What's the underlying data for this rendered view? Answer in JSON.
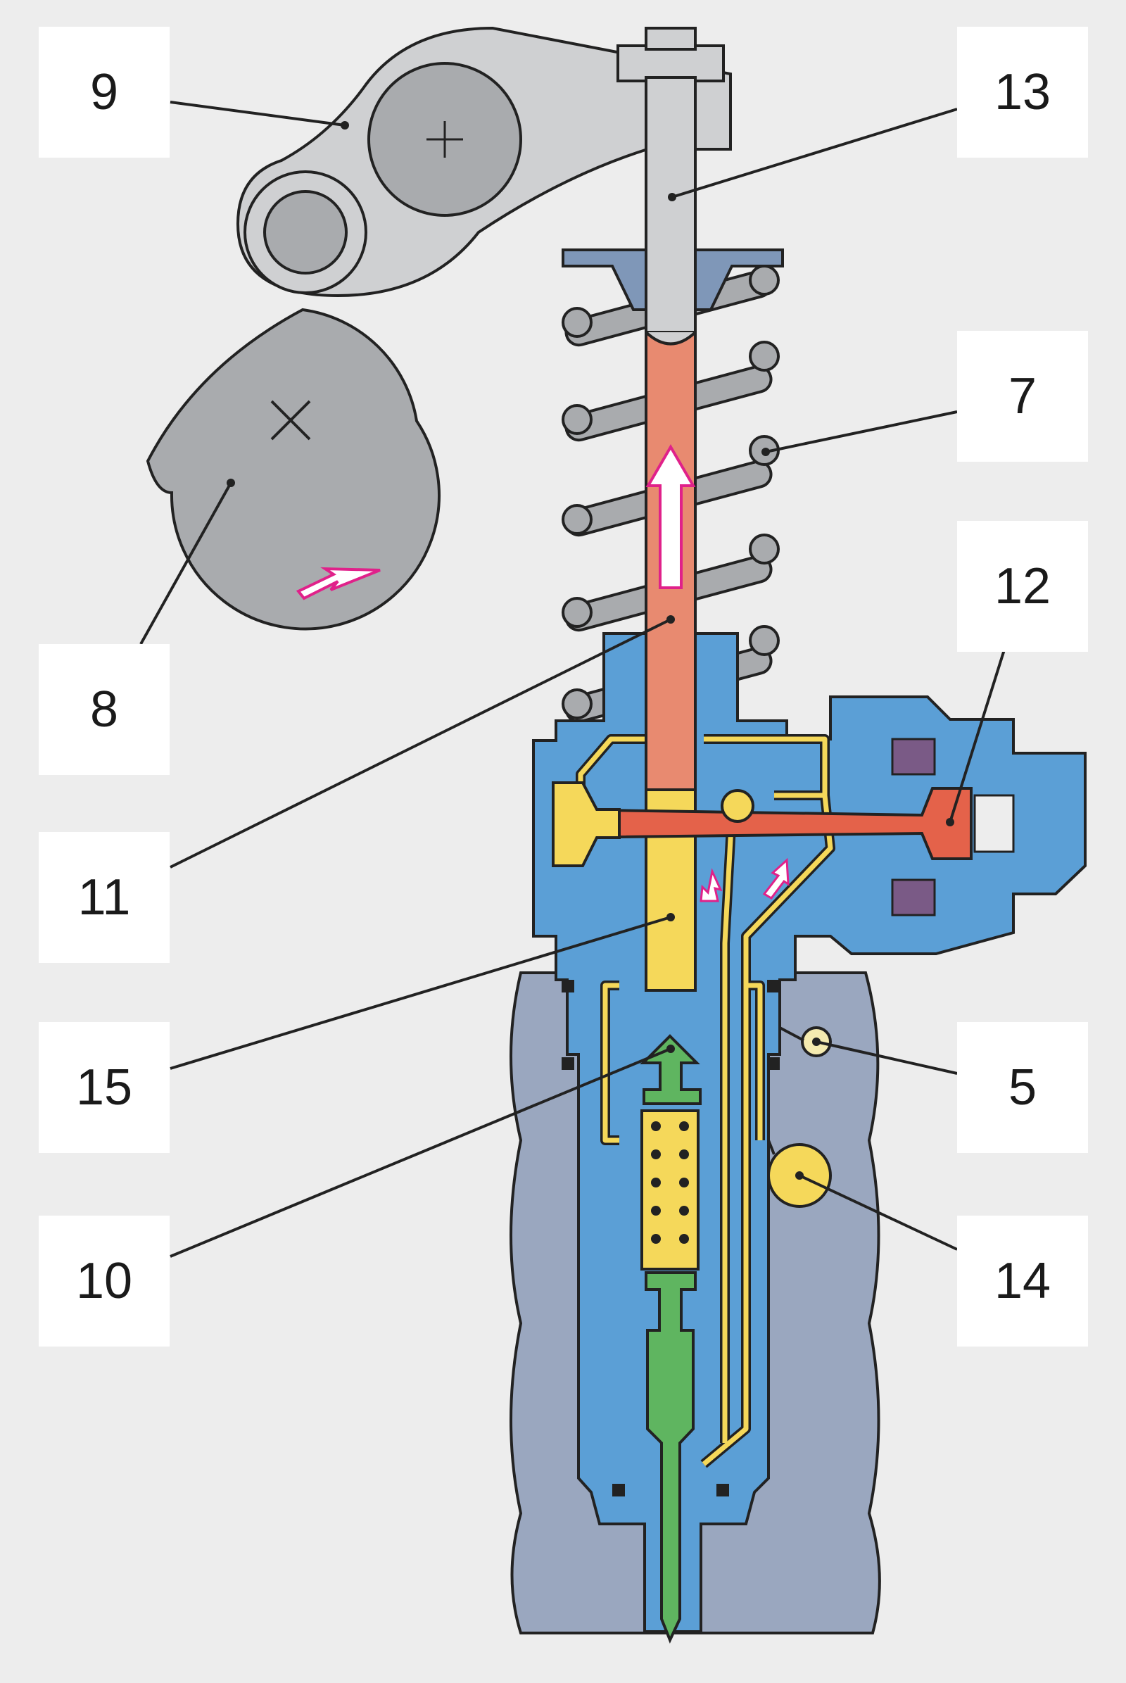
{
  "labels": {
    "l9": "9",
    "l13": "13",
    "l7": "7",
    "l12": "12",
    "l8": "8",
    "l11": "11",
    "l15": "15",
    "l5": "5",
    "l10": "10",
    "l14": "14"
  },
  "colors": {
    "background": "#ededed",
    "housing_blue": "#5b9fd6",
    "fuel_yellow": "#f5d85a",
    "high_pressure_red": "#e88a70",
    "valve_red": "#e4624a",
    "nozzle_green": "#5fb560",
    "engine_block": "#9aa7bf",
    "metal_gray": "#cfd0d2",
    "flow_arrow_magenta": "#e0218a"
  }
}
